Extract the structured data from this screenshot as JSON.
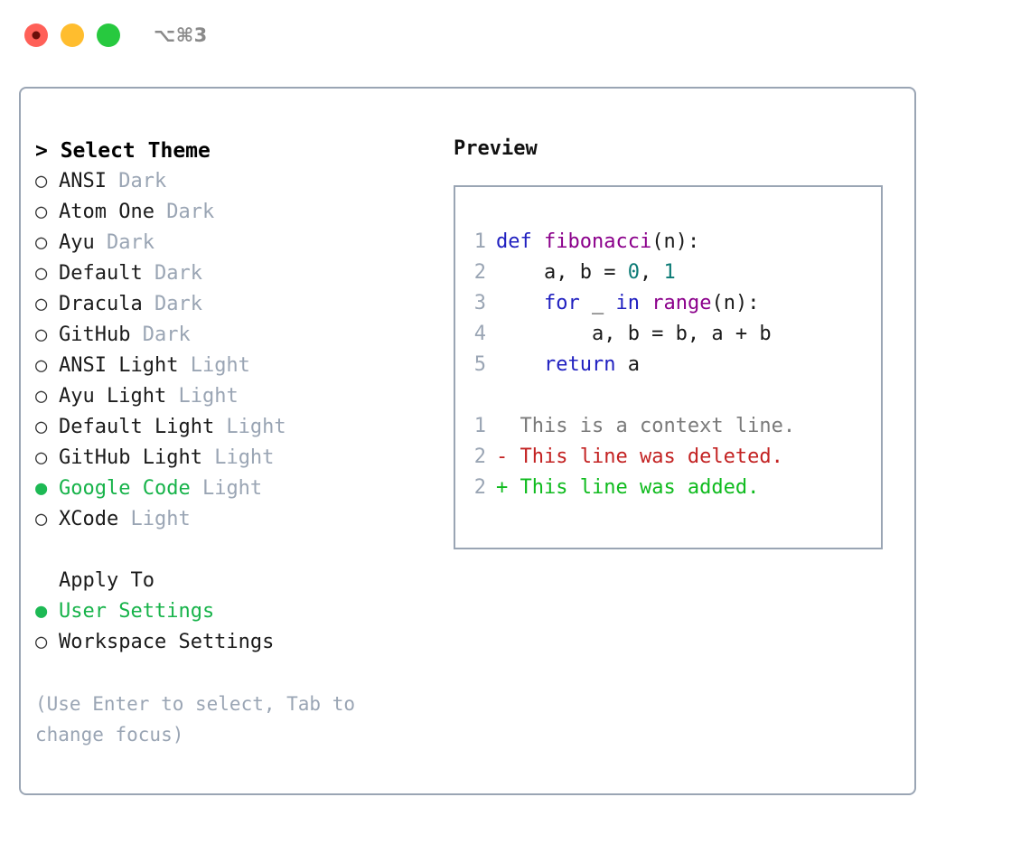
{
  "titlebar": {
    "close_label": "close",
    "minimize_label": "minimize",
    "maximize_label": "maximize",
    "shortcut": "⌥⌘3"
  },
  "colors": {
    "border": "#9AA5B4",
    "accent_green": "#17B34A",
    "muted": "#9AA5B4",
    "keyword": "#2020C0",
    "function": "#8B008B",
    "number": "#0B7A75",
    "diff_added": "#0FBB1E",
    "diff_deleted": "#C32222",
    "diff_context": "#7A7A7A"
  },
  "theme_picker": {
    "header": "> Select Theme",
    "marker_selected": "●",
    "marker_unselected": "○",
    "items": [
      {
        "name": "ANSI",
        "variant": "Dark",
        "selected": false
      },
      {
        "name": "Atom One",
        "variant": "Dark",
        "selected": false
      },
      {
        "name": "Ayu",
        "variant": "Dark",
        "selected": false
      },
      {
        "name": "Default",
        "variant": "Dark",
        "selected": false
      },
      {
        "name": "Dracula",
        "variant": "Dark",
        "selected": false
      },
      {
        "name": "GitHub",
        "variant": "Dark",
        "selected": false
      },
      {
        "name": "ANSI Light",
        "variant": "Light",
        "selected": false
      },
      {
        "name": "Ayu Light",
        "variant": "Light",
        "selected": false
      },
      {
        "name": "Default Light",
        "variant": "Light",
        "selected": false
      },
      {
        "name": "GitHub Light",
        "variant": "Light",
        "selected": false
      },
      {
        "name": "Google Code",
        "variant": "Light",
        "selected": true
      },
      {
        "name": "XCode",
        "variant": "Light",
        "selected": false
      }
    ]
  },
  "apply_to": {
    "title": "Apply To",
    "options": [
      {
        "name": "User Settings",
        "selected": true
      },
      {
        "name": "Workspace Settings",
        "selected": false
      }
    ]
  },
  "hint": "(Use Enter to select, Tab to change focus)",
  "preview": {
    "label": "Preview",
    "code_lines": [
      {
        "number": "1",
        "tokens": [
          {
            "text": "def ",
            "kind": "kw"
          },
          {
            "text": "fibonacci",
            "kind": "fn"
          },
          {
            "text": "(n):",
            "kind": "plain"
          }
        ]
      },
      {
        "number": "2",
        "tokens": [
          {
            "text": "    a, b = ",
            "kind": "plain"
          },
          {
            "text": "0",
            "kind": "num"
          },
          {
            "text": ", ",
            "kind": "plain"
          },
          {
            "text": "1",
            "kind": "num"
          }
        ]
      },
      {
        "number": "3",
        "tokens": [
          {
            "text": "    ",
            "kind": "plain"
          },
          {
            "text": "for",
            "kind": "kw"
          },
          {
            "text": " _ ",
            "kind": "plain"
          },
          {
            "text": "in",
            "kind": "kw"
          },
          {
            "text": " ",
            "kind": "plain"
          },
          {
            "text": "range",
            "kind": "fn"
          },
          {
            "text": "(n):",
            "kind": "plain"
          }
        ]
      },
      {
        "number": "4",
        "tokens": [
          {
            "text": "        a, b = b, a + b",
            "kind": "plain"
          }
        ]
      },
      {
        "number": "5",
        "tokens": [
          {
            "text": "    ",
            "kind": "plain"
          },
          {
            "text": "return",
            "kind": "kw"
          },
          {
            "text": " a",
            "kind": "plain"
          }
        ]
      }
    ],
    "diff_lines": [
      {
        "number": "1",
        "sign": "  ",
        "text": "This is a context line.",
        "kind": "ctx"
      },
      {
        "number": "2",
        "sign": "- ",
        "text": "This line was deleted.",
        "kind": "del"
      },
      {
        "number": "2",
        "sign": "+ ",
        "text": "This line was added.",
        "kind": "add"
      }
    ]
  }
}
